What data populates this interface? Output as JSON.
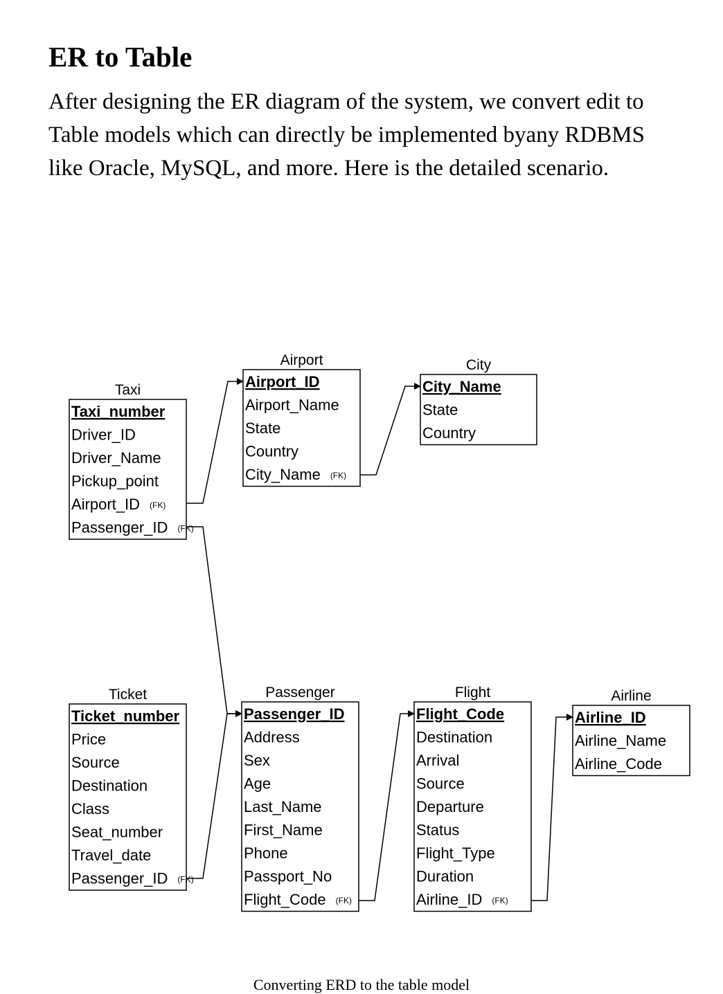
{
  "heading": "ER to Table",
  "intro": "After designing the ER diagram of the system, we convert edit to Table models which can directly be implemented byany RDBMS like Oracle, MySQL, and more. Here is the detailed scenario.",
  "fk_marker": "(FK)",
  "entities": [
    {
      "id": "taxi",
      "title": "Taxi",
      "pk": "Taxi_number",
      "attributes": [
        {
          "name": "Driver_ID",
          "fk": false
        },
        {
          "name": "Driver_Name",
          "fk": false
        },
        {
          "name": "Pickup_point",
          "fk": false
        },
        {
          "name": "Airport_ID",
          "fk": true
        },
        {
          "name": "Passenger_ID",
          "fk": true
        }
      ]
    },
    {
      "id": "airport",
      "title": "Airport",
      "pk": "Airport_ID",
      "attributes": [
        {
          "name": "Airport_Name",
          "fk": false
        },
        {
          "name": "State",
          "fk": false
        },
        {
          "name": "Country",
          "fk": false
        },
        {
          "name": "City_Name",
          "fk": true
        }
      ]
    },
    {
      "id": "city",
      "title": "City",
      "pk": "City_Name",
      "attributes": [
        {
          "name": "State",
          "fk": false
        },
        {
          "name": "Country",
          "fk": false
        }
      ]
    },
    {
      "id": "ticket",
      "title": "Ticket",
      "pk": "Ticket_number",
      "attributes": [
        {
          "name": "Price",
          "fk": false
        },
        {
          "name": "Source",
          "fk": false
        },
        {
          "name": "Destination",
          "fk": false
        },
        {
          "name": "Class",
          "fk": false
        },
        {
          "name": "Seat_number",
          "fk": false
        },
        {
          "name": "Travel_date",
          "fk": false
        },
        {
          "name": "Passenger_ID",
          "fk": true
        }
      ]
    },
    {
      "id": "passenger",
      "title": "Passenger",
      "pk": "Passenger_ID",
      "attributes": [
        {
          "name": "Address",
          "fk": false
        },
        {
          "name": "Sex",
          "fk": false
        },
        {
          "name": "Age",
          "fk": false
        },
        {
          "name": "Last_Name",
          "fk": false
        },
        {
          "name": "First_Name",
          "fk": false
        },
        {
          "name": "Phone",
          "fk": false
        },
        {
          "name": "Passport_No",
          "fk": false
        },
        {
          "name": "Flight_Code",
          "fk": true
        }
      ]
    },
    {
      "id": "flight",
      "title": "Flight",
      "pk": "Flight_Code",
      "attributes": [
        {
          "name": "Destination",
          "fk": false
        },
        {
          "name": "Arrival",
          "fk": false
        },
        {
          "name": "Source",
          "fk": false
        },
        {
          "name": "Departure",
          "fk": false
        },
        {
          "name": "Status",
          "fk": false
        },
        {
          "name": "Flight_Type",
          "fk": false
        },
        {
          "name": "Duration",
          "fk": false
        },
        {
          "name": "Airline_ID",
          "fk": true
        }
      ]
    },
    {
      "id": "airline",
      "title": "Airline",
      "pk": "Airline_ID",
      "attributes": [
        {
          "name": "Airline_Name",
          "fk": false
        },
        {
          "name": "Airline_Code",
          "fk": false
        }
      ]
    }
  ],
  "relationships": [
    {
      "from": "taxi",
      "from_attr": "Airport_ID",
      "to": "airport"
    },
    {
      "from": "taxi",
      "from_attr": "Passenger_ID",
      "to": "passenger"
    },
    {
      "from": "airport",
      "from_attr": "City_Name",
      "to": "city"
    },
    {
      "from": "ticket",
      "from_attr": "Passenger_ID",
      "to": "passenger"
    },
    {
      "from": "passenger",
      "from_attr": "Flight_Code",
      "to": "flight"
    },
    {
      "from": "flight",
      "from_attr": "Airline_ID",
      "to": "airline"
    }
  ],
  "caption": "Converting ERD to the table model"
}
